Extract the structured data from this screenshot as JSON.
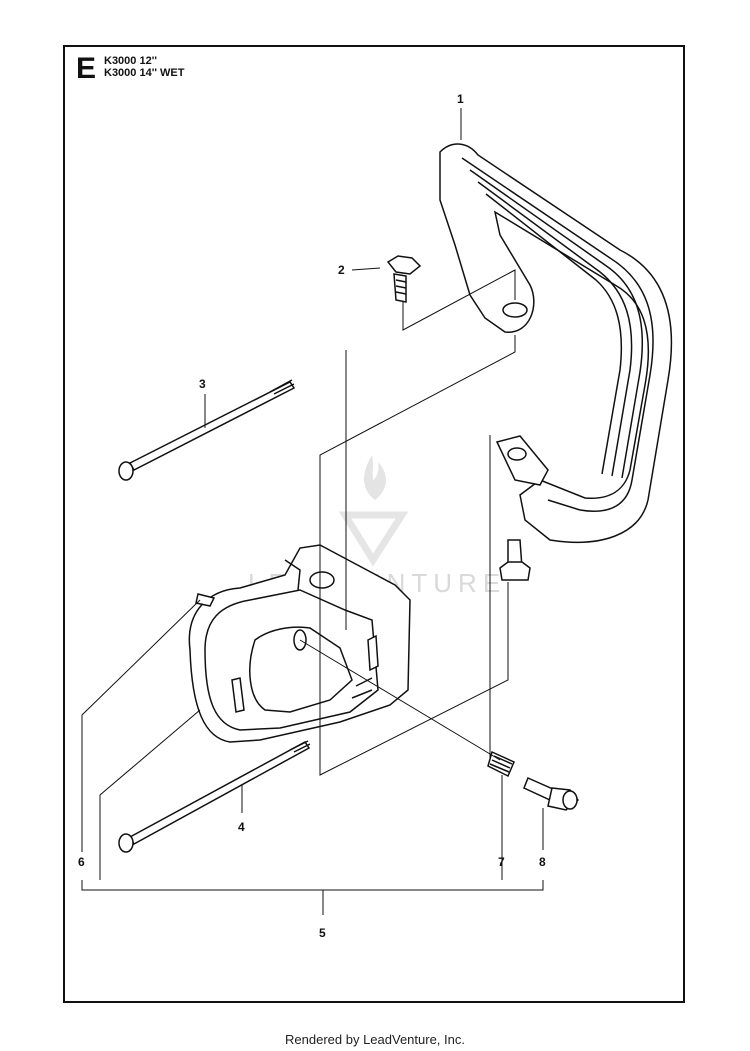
{
  "header": {
    "section_letter": "E",
    "models": [
      "K3000 12''",
      "K3000 14'' WET"
    ]
  },
  "watermark": {
    "text": "LEADVENTURE"
  },
  "callouts": [
    "1",
    "2",
    "3",
    "4",
    "5",
    "6",
    "7",
    "8"
  ],
  "footer": {
    "text": "Rendered by LeadVenture, Inc."
  },
  "colors": {
    "line": "#111111",
    "watermark": "#d9d9d9"
  },
  "icons": [
    "leadventure-flame-logo-icon"
  ]
}
